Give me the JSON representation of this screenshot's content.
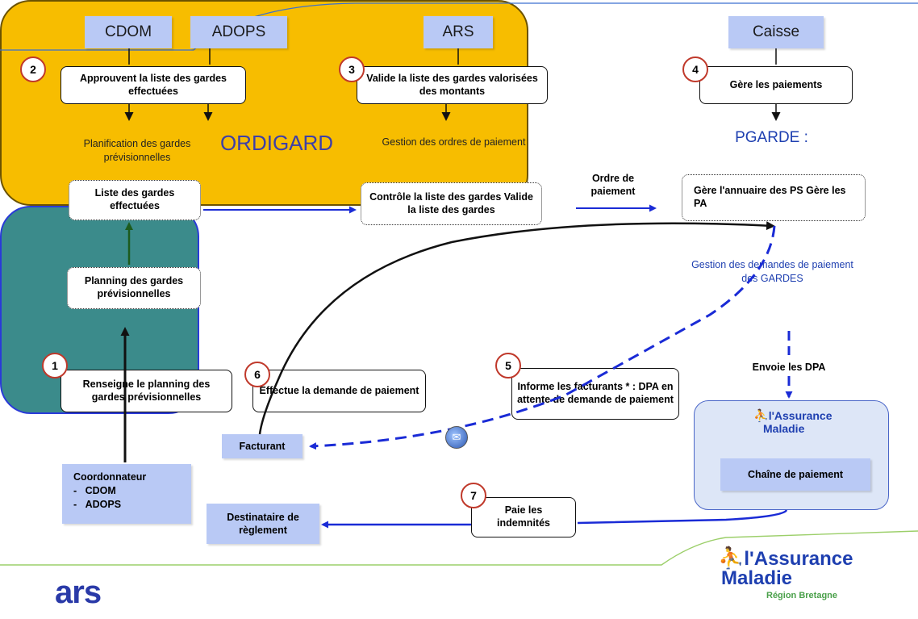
{
  "actors": {
    "cdom": "CDOM",
    "adops": "ADOPS",
    "ars": "ARS",
    "caisse": "Caisse"
  },
  "steps": {
    "s1": {
      "num": "1",
      "text": "Renseigne le planning des gardes prévisionnelles"
    },
    "s2": {
      "num": "2",
      "text": "Approuvent la liste des gardes effectuées"
    },
    "s3": {
      "num": "3",
      "text": "Valide la liste des gardes valorisées des montants"
    },
    "s4": {
      "num": "4",
      "text": "Gère les paiements"
    },
    "s5": {
      "num": "5",
      "text": "Informe les facturants * : DPA en attente de demande de paiement"
    },
    "s6": {
      "num": "6",
      "text": "Effectue la demande de paiement"
    },
    "s7": {
      "num": "7",
      "text": "Paie les indemnités"
    }
  },
  "ordigard": {
    "title": "ORDIGARD",
    "left_label": "Planification des gardes prévisionnelles",
    "right_label": "Gestion des ordres de paiement",
    "box_liste": "Liste des gardes effectuées",
    "box_planning": "Planning des gardes prévisionnelles",
    "box_controle": "Contrôle la liste des gardes Valide la liste des gardes"
  },
  "order_label": "Ordre de paiement",
  "pgarde": {
    "title": "PGARDE :",
    "box": "Gère l'annuaire des PS Gère les PA",
    "label": "Gestion des demandes de paiement des GARDES"
  },
  "envoie": "Envoie les DPA",
  "assurance_box": {
    "logo_line1": "l'Assurance",
    "logo_line2": "Maladie",
    "chain": "Chaîne de paiement"
  },
  "facturant": "Facturant",
  "coordonnateur": {
    "title": "Coordonnateur",
    "items": [
      "CDOM",
      "ADOPS"
    ]
  },
  "destinataire": "Destinataire de règlement",
  "footer": {
    "ars_logo": "ars",
    "am_line1": "l'Assurance",
    "am_line2": "Maladie",
    "am_region": "Région Bretagne"
  },
  "colors": {
    "ordigard_fill": "#f7bd00",
    "pgarde_fill": "#3b8b8b",
    "actor_fill": "#b9c9f5",
    "arrow_blue": "#1a2bd6",
    "number_ring": "#c0392b"
  }
}
